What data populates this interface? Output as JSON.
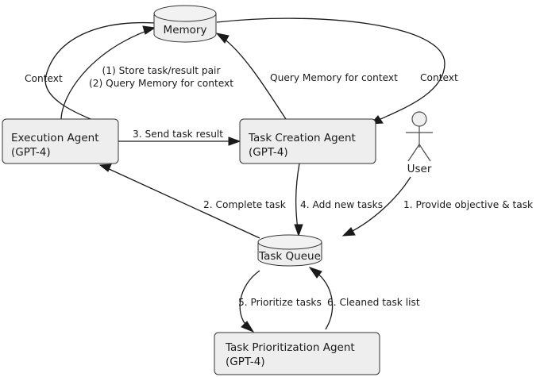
{
  "diagram": {
    "title": "BabyAGI task loop diagram",
    "colors": {
      "node_fill": "#eeeeee",
      "node_stroke": "#333333",
      "edge_stroke": "#1a1a1a",
      "actor_stroke": "#4d4d4d",
      "background": "#ffffff"
    },
    "nodes": {
      "memory": {
        "label": "Memory",
        "shape": "cylinder"
      },
      "execution_agent": {
        "label_line1": "Execution Agent",
        "label_line2": "(GPT-4)",
        "shape": "rounded-rect"
      },
      "task_creation_agent": {
        "label_line1": "Task Creation Agent",
        "label_line2": "(GPT-4)",
        "shape": "rounded-rect"
      },
      "task_queue": {
        "label": "Task Queue",
        "shape": "cylinder"
      },
      "task_prioritization_agent": {
        "label_line1": "Task Prioritization Agent",
        "label_line2": "(GPT-4)",
        "shape": "rounded-rect"
      },
      "user": {
        "label": "User",
        "shape": "actor"
      }
    },
    "edges": {
      "memory_to_execution": {
        "label": "Context",
        "from": "memory",
        "to": "execution_agent"
      },
      "execution_to_memory": {
        "label_line1": "(1) Store task/result pair",
        "label_line2": "(2) Query Memory for context",
        "from": "execution_agent",
        "to": "memory"
      },
      "task_creation_to_memory": {
        "label": "Query Memory for context",
        "from": "task_creation_agent",
        "to": "memory"
      },
      "memory_to_task_creation": {
        "label": "Context",
        "from": "memory",
        "to": "task_creation_agent"
      },
      "execution_to_task_creation": {
        "label": "3. Send task result",
        "from": "execution_agent",
        "to": "task_creation_agent"
      },
      "queue_to_execution": {
        "label": "2. Complete task",
        "from": "task_queue",
        "to": "execution_agent"
      },
      "task_creation_to_queue": {
        "label": "4. Add new tasks",
        "from": "task_creation_agent",
        "to": "task_queue"
      },
      "user_to_queue": {
        "label": "1. Provide objective & task",
        "from": "user",
        "to": "task_queue"
      },
      "queue_to_prioritization": {
        "label": "5. Prioritize tasks",
        "from": "task_queue",
        "to": "task_prioritization_agent"
      },
      "prioritization_to_queue": {
        "label": "6. Cleaned task list",
        "from": "task_prioritization_agent",
        "to": "task_queue"
      }
    }
  }
}
